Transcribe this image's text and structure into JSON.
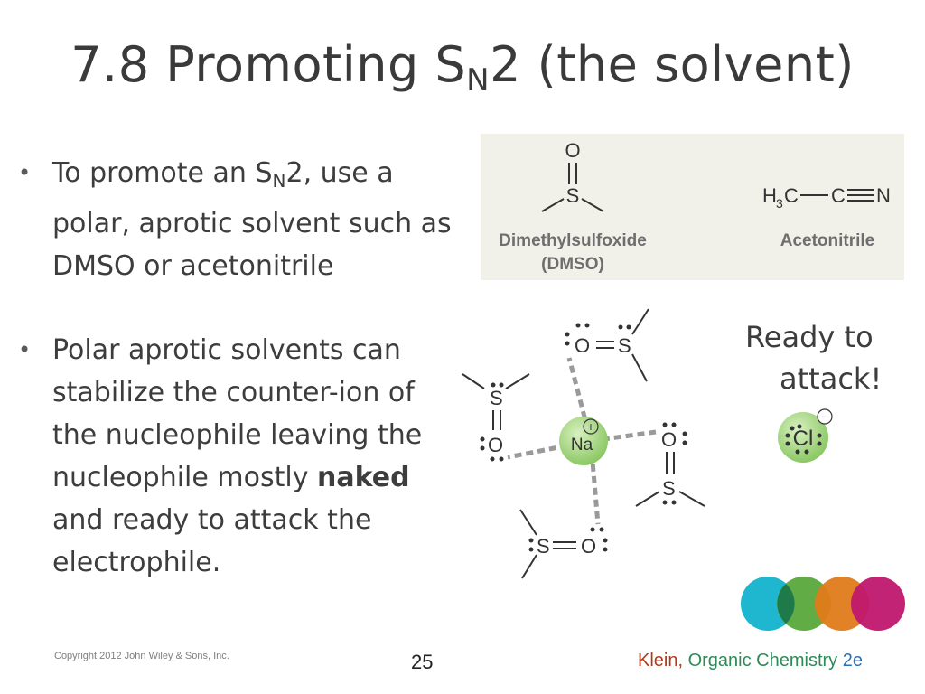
{
  "title": {
    "prefix": "7.8 Promoting S",
    "sub": "N",
    "suffix": "2 (the solvent)"
  },
  "bullets": [
    {
      "pre": "To promote an S",
      "sub": "N",
      "post": "2, use a polar, aprotic solvent such as DMSO or acetonitrile"
    },
    {
      "pre": "Polar aprotic solvents can stabilize the counter-ion of the nucleophile leaving the nucleophile mostly ",
      "bold": "naked",
      "post": " and ready to attack the electrophile."
    }
  ],
  "structures": {
    "dmso_name": "Dimethylsulfoxide",
    "dmso_abbr": "(DMSO)",
    "acetonitrile_name": "Acetonitrile",
    "acetonitrile_formula_h3c": "H",
    "acetonitrile_formula_3": "3",
    "acetonitrile_formula_c1": "C",
    "acetonitrile_formula_c2": "C",
    "acetonitrile_formula_n": "N",
    "dmso_o": "O",
    "dmso_s": "S"
  },
  "diagram": {
    "center_ion": "Na",
    "center_charge": "+",
    "anion": "Cl",
    "anion_charge": "−",
    "o_label": "O",
    "s_label": "S",
    "ready_line1": "Ready to",
    "ready_line2": "attack!"
  },
  "footer": {
    "copyright": "Copyright 2012 John Wiley & Sons, Inc.",
    "page": "25",
    "author": "Klein,",
    "book": " Organic Chemistry",
    "edition": " 2e"
  },
  "colors": {
    "na_ball": "#a6d87e",
    "circle1": "#1fb6cf",
    "circle2": "#5aa83c",
    "circle3": "#e07b1a",
    "circle4": "#c0176d"
  }
}
